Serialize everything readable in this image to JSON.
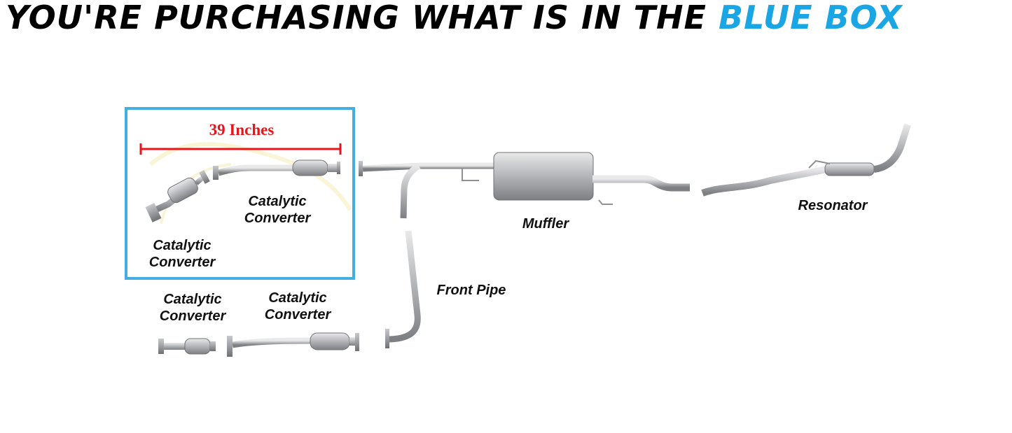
{
  "headline": {
    "prefix": "YOU'RE PURCHASING WHAT IS IN THE",
    "highlight": "BLUE BOX",
    "highlight_color": "#1aa6e4"
  },
  "dimension": {
    "label": "39 Inches",
    "color": "#e8141b"
  },
  "highlight_box_color": "#45aee0",
  "parts": {
    "cat_left_boxed": {
      "line1": "Catalytic",
      "line2": "Converter"
    },
    "cat_right_boxed": {
      "line1": "Catalytic",
      "line2": "Converter"
    },
    "cat_left_lower": {
      "line1": "Catalytic",
      "line2": "Converter"
    },
    "cat_right_lower": {
      "line1": "Catalytic",
      "line2": "Converter"
    },
    "front_pipe": "Front Pipe",
    "muffler": "Muffler",
    "resonator": "Resonator"
  },
  "icons": [
    "catalytic-converter-icon",
    "pipe-icon",
    "muffler-icon",
    "resonator-icon",
    "flange-icon"
  ]
}
